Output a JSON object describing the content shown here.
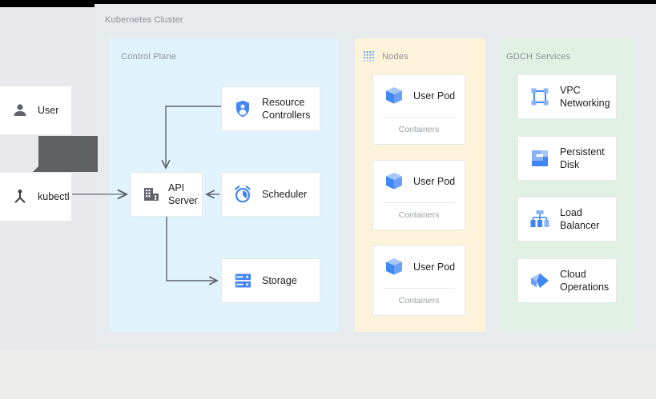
{
  "diagram": {
    "title": "Kubernetes Cluster",
    "colors": {
      "control_plane_bg": "#e0f3fd",
      "nodes_bg": "#fdf3da",
      "gdch_bg": "#e0f1e4",
      "canvas_bg": "#e8ebed",
      "rail_bg": "#e9e8ed",
      "accent_blue": "#4285f4",
      "icon_gray": "#5f6368",
      "text": "#202124",
      "muted_text": "#8d9196",
      "connector": "#5f6368",
      "tooltip_bg": "#5f6063"
    }
  },
  "rail": {
    "items": [
      {
        "label": "User",
        "icon": "user-icon"
      },
      {
        "label": "kubectl",
        "icon": "kubectl-icon"
      }
    ],
    "tooltip": {
      "text": ""
    }
  },
  "panels": [
    {
      "id": "control-plane",
      "label": "Control Plane",
      "icon": null
    },
    {
      "id": "nodes",
      "label": "Nodes",
      "icon": "dotted-grid-icon"
    },
    {
      "id": "gdch",
      "label": "GDCH Services",
      "icon": null
    }
  ],
  "control_plane": {
    "label": "Control Plane",
    "nodes": [
      {
        "id": "resource-controllers",
        "label": "Resource Controllers",
        "icon": "shield-person-icon"
      },
      {
        "id": "api-server",
        "label": "API Server",
        "icon": "building-icon"
      },
      {
        "id": "scheduler",
        "label": "Scheduler",
        "icon": "alarm-clock-icon"
      },
      {
        "id": "storage",
        "label": "Storage",
        "icon": "server-rack-icon"
      }
    ]
  },
  "nodes_panel": {
    "label": "Nodes",
    "icon": "dotted-grid-icon",
    "pods": [
      {
        "label": "User Pod",
        "sublabel": "Containers",
        "icon": "cube-icon"
      },
      {
        "label": "User Pod",
        "sublabel": "Containers",
        "icon": "cube-icon"
      },
      {
        "label": "User Pod",
        "sublabel": "Containers",
        "icon": "cube-icon"
      }
    ]
  },
  "gdch_panel": {
    "label": "GDCH Services",
    "services": [
      {
        "label": "VPC Networking",
        "icon": "vpc-network-icon"
      },
      {
        "label": "Persistent Disk",
        "icon": "persistent-disk-icon"
      },
      {
        "label": "Load Balancer",
        "icon": "load-balancer-icon"
      },
      {
        "label": "Cloud Operations",
        "icon": "cloud-operations-icon"
      }
    ]
  },
  "connectors": [
    {
      "from": "kubectl",
      "to": "api-server",
      "style": "arrow-right"
    },
    {
      "from": "resource-controllers",
      "to": "api-server",
      "style": "elbow-arrow-down"
    },
    {
      "from": "scheduler",
      "to": "api-server",
      "style": "arrow-left"
    },
    {
      "from": "api-server",
      "to": "storage",
      "style": "elbow-arrow-right"
    }
  ]
}
